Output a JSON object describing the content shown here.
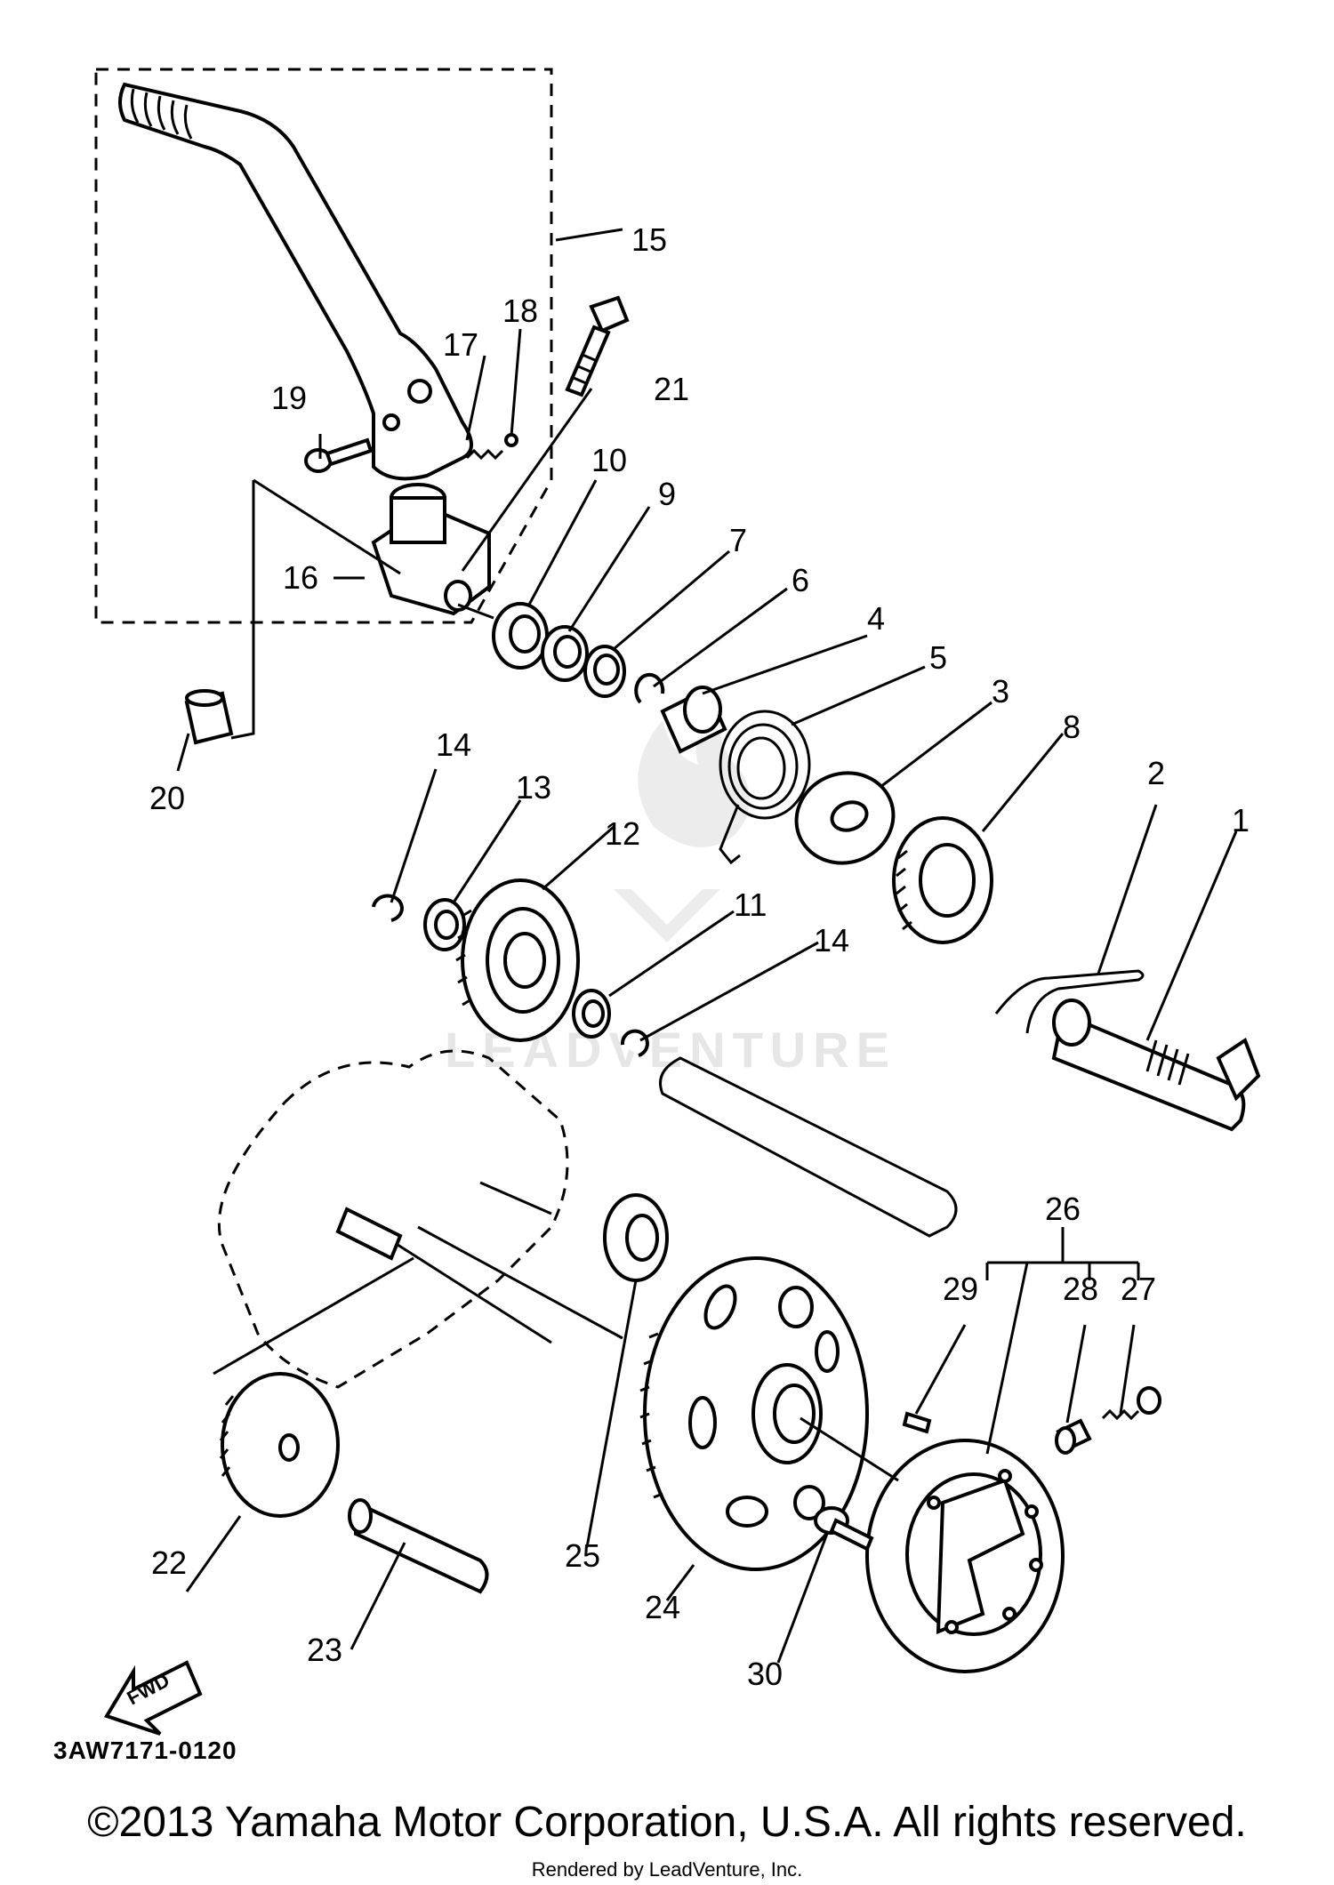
{
  "diagram": {
    "code": "3AW7171-0120",
    "fwd_label": "FWD",
    "watermark": "LEADVENTURE",
    "callouts": {
      "p1": "1",
      "p2": "2",
      "p3": "3",
      "p4": "4",
      "p5": "5",
      "p6": "6",
      "p7": "7",
      "p8": "8",
      "p9": "9",
      "p10": "10",
      "p11": "11",
      "p12": "12",
      "p13": "13",
      "p14a": "14",
      "p14b": "14",
      "p15": "15",
      "p16": "16",
      "p17": "17",
      "p18": "18",
      "p19": "19",
      "p20": "20",
      "p21": "21",
      "p22": "22",
      "p23": "23",
      "p24": "24",
      "p25": "25",
      "p26": "26",
      "p27": "27",
      "p28": "28",
      "p29": "29",
      "p30": "30"
    }
  },
  "footer": {
    "copyright": "©2013 Yamaha Motor Corporation, U.S.A. All rights reserved.",
    "rendered_by": "Rendered by LeadVenture, Inc."
  }
}
